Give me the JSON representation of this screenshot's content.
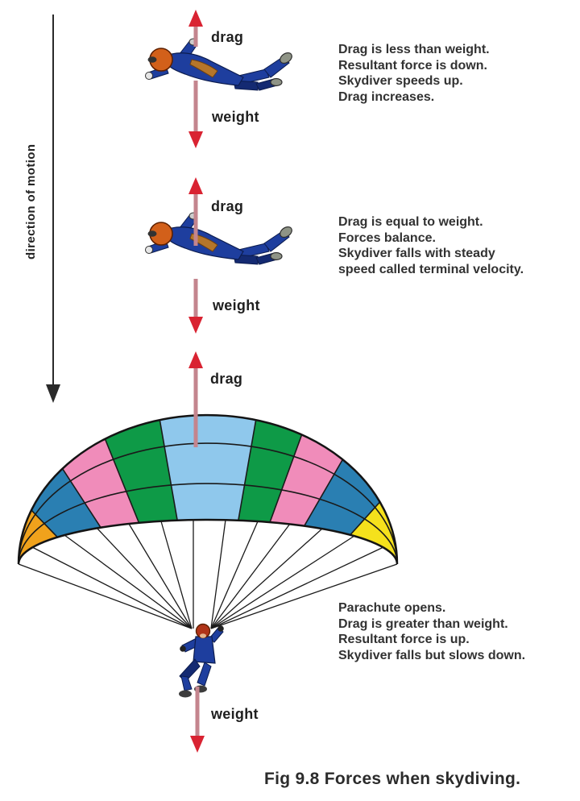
{
  "figure_caption": "Fig 9.8 Forces when skydiving.",
  "direction_of_motion_label": "direction of motion",
  "stages": [
    {
      "name": "drag less than weight",
      "drag_label": "drag",
      "weight_label": "weight",
      "lines": [
        "Drag is less than weight.",
        "Resultant force is down.",
        "Skydiver speeds up.",
        "Drag increases."
      ]
    },
    {
      "name": "terminal velocity",
      "drag_label": "drag",
      "weight_label": "weight",
      "lines": [
        "Drag is equal to weight.",
        "Forces balance.",
        "Skydiver falls with steady",
        "speed called terminal velocity."
      ]
    },
    {
      "name": "parachute open",
      "drag_label": "drag",
      "weight_label": "weight",
      "lines": [
        "Parachute opens.",
        "Drag is greater than weight.",
        "Resultant force is up.",
        "Skydiver falls but slows down."
      ]
    }
  ],
  "colors": {
    "arrow_shaft": "#c4858e",
    "arrow_head": "#d92332",
    "motion_arrow": "#2a2a2a",
    "suit": "#1e3e9e",
    "suit_dark": "#142a72",
    "helmet": "#d2601a",
    "pack": "#b5762a",
    "boot": "#8f9486",
    "canopy_outline": "#141414",
    "canopy_bands": [
      "#f0a21c",
      "#2a7fb2",
      "#f08cba",
      "#0e9a47",
      "#8fc8ec",
      "#0e9a47",
      "#f08cba",
      "#2a7fb2",
      "#f5e11c"
    ]
  }
}
